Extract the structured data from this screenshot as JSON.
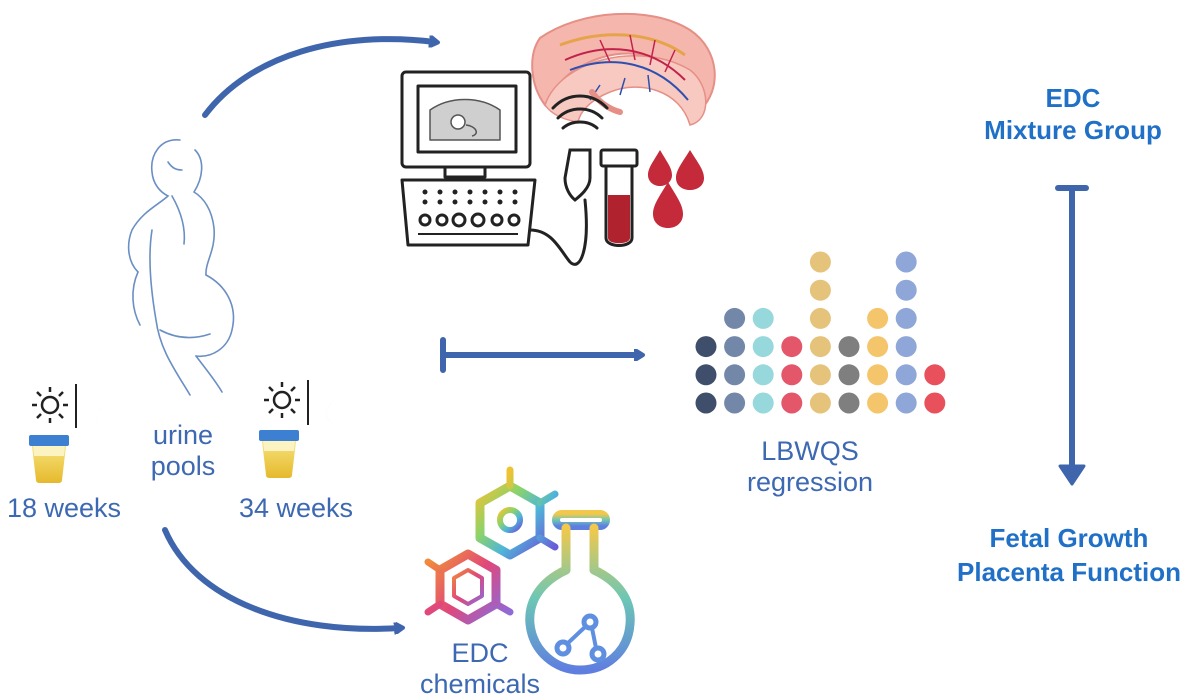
{
  "labels": {
    "urine_line1": "urine",
    "urine_line2": "pools",
    "week18": "18 weeks",
    "week34": "34 weeks",
    "lbwqs_line1": "LBWQS",
    "lbwqs_line2": "regression",
    "edc_chem_line1": "EDC",
    "edc_chem_line2": "chemicals",
    "mixture_line1": "EDC",
    "mixture_line2": "Mixture Group",
    "outcome_line1": "Fetal Growth",
    "outcome_line2": "Placenta Function"
  },
  "icons": [
    "pregnant-woman-icon",
    "sun-icon",
    "moon-icon",
    "urine-cup-icon",
    "ultrasound-machine-icon",
    "ultrasound-probe-icon",
    "blood-tube-icon",
    "blood-drop-icon",
    "placenta-icon",
    "chemical-structure-icon",
    "flask-icon"
  ],
  "colors": {
    "arrow": "#3f66ad",
    "label_blue": "#3d68b2",
    "title_blue": "#1f70c6",
    "dot_palette": [
      "#3f4e6b",
      "#7388a8",
      "#96d8dc",
      "#e4566a",
      "#e5c37b",
      "#7f7f7f",
      "#f5c56b",
      "#8fa7d8",
      "#e8505b"
    ]
  },
  "dot_matrix": {
    "column_counts": [
      3,
      4,
      4,
      3,
      6,
      3,
      4,
      6,
      2
    ],
    "column_colors": [
      "#3f4e6b",
      "#7388a8",
      "#96d8dc",
      "#e4566a",
      "#e5c37b",
      "#7f7f7f",
      "#f5c56b",
      "#8fa7d8",
      "#e8505b"
    ]
  }
}
